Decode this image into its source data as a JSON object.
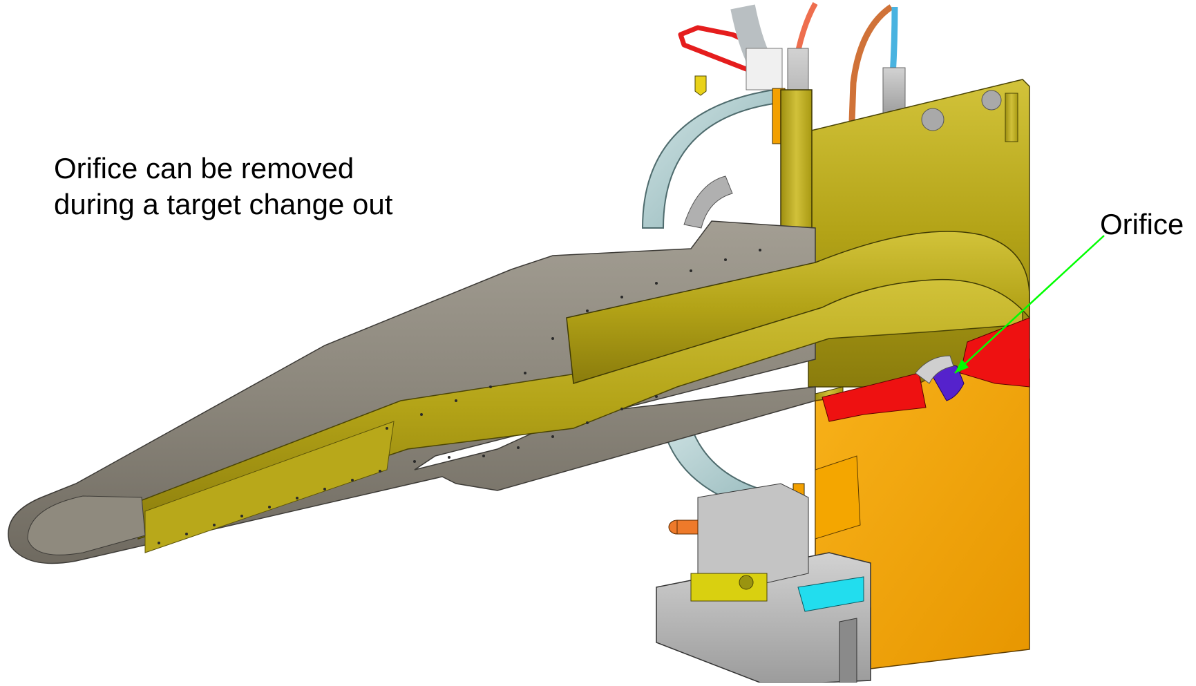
{
  "caption": {
    "line1": "Orifice can be removed",
    "line2": "during a target change out"
  },
  "callout": {
    "label": "Orifice",
    "arrow_color": "#00ff00"
  },
  "palette": {
    "horn_gray": "#8f8a7e",
    "olive": "#b5a616",
    "orange": "#f2a000",
    "red": "#ee1111",
    "purple": "#5522cc",
    "steel": "#b9b9b9",
    "light_blue": "#a9c9cb",
    "cyan": "#22ddee"
  }
}
